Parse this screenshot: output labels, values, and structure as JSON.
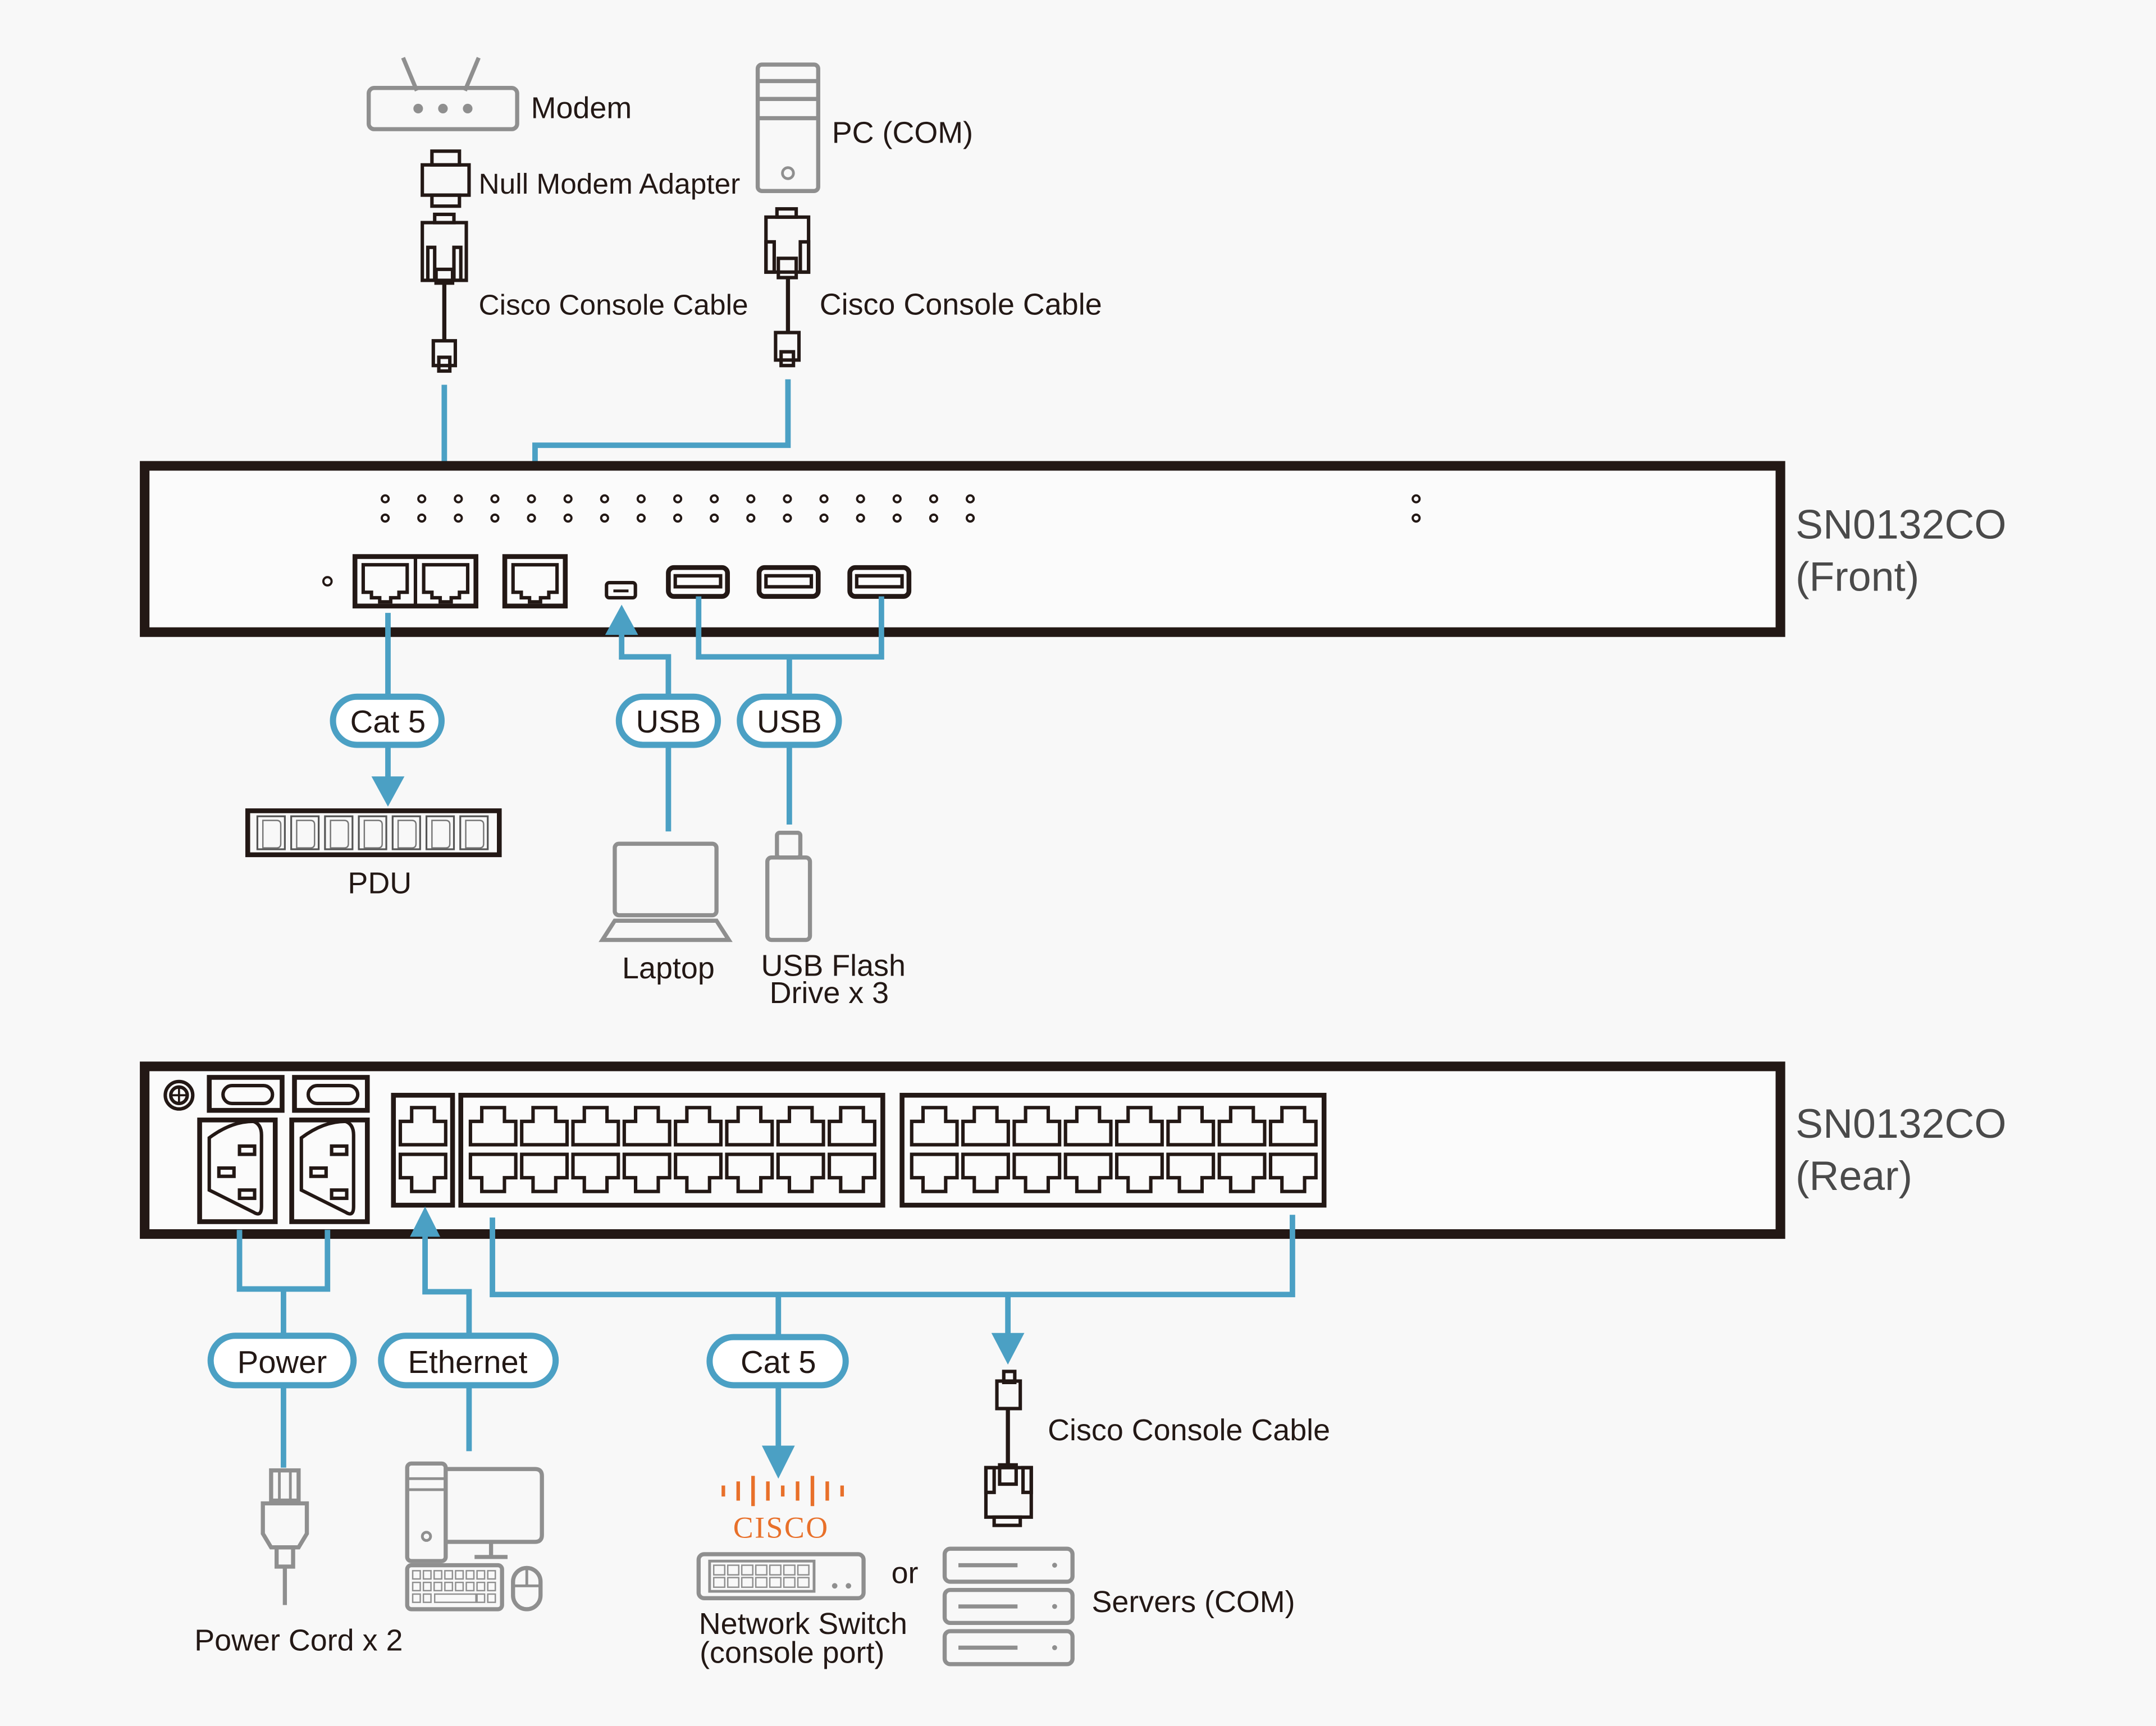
{
  "diagram": {
    "title": "SN0132CO connection diagram",
    "colors": {
      "cable": "#4ba0c4",
      "outline": "#231815",
      "peripheral": "#8f8f8f",
      "cisco_brand": "#e8702a",
      "background": "#f8f8f8"
    },
    "front_unit": {
      "model": "SN0132CO",
      "side": "(Front)"
    },
    "rear_unit": {
      "model": "SN0132CO",
      "side": "(Rear)"
    },
    "top_devices": {
      "modem": "Modem",
      "null_modem_adapter": "Null Modem Adapter",
      "cable_left": "Cisco Console Cable",
      "pc": "PC (COM)",
      "cable_right": "Cisco Console Cable"
    },
    "front_connections": {
      "cat5_pill": "Cat 5",
      "pdu": "PDU",
      "usb_pill_laptop": "USB",
      "laptop": "Laptop",
      "usb_pill_flash": "USB",
      "flash_line1": "USB Flash",
      "flash_line2": "Drive x 3"
    },
    "rear_connections": {
      "power_pill": "Power",
      "power_cord": "Power Cord x 2",
      "ethernet_pill": "Ethernet",
      "cat5_pill": "Cat 5",
      "cisco_logo": "CISCO",
      "switch_line1": "Network Switch",
      "switch_line2": "(console port)",
      "or": "or",
      "console_cable": "Cisco Console Cable",
      "servers": "Servers (COM)"
    },
    "port_counts": {
      "front_status_led_columns": 17,
      "front_usb_a_ports": 3,
      "rear_serial_ports_per_bank": 16,
      "rear_serial_banks": 2,
      "rear_lan_ports": 2,
      "pdu_outlets": 7
    }
  }
}
